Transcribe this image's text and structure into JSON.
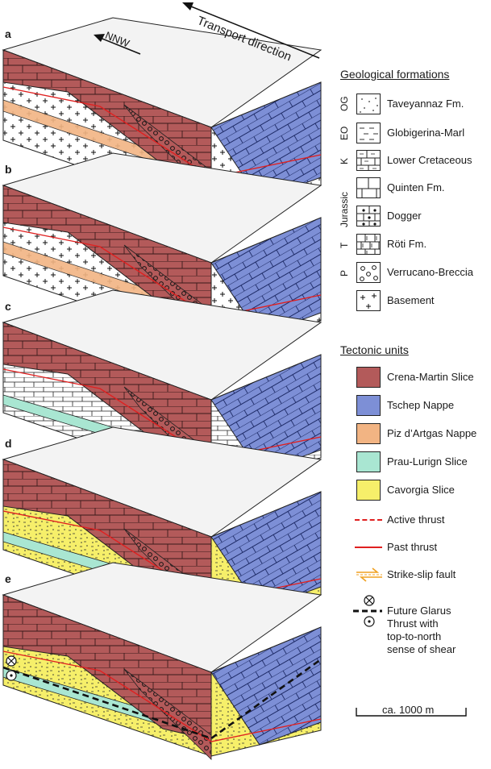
{
  "header": {
    "transport_direction": "Transport direction",
    "nnw": "NNW"
  },
  "panels": [
    "a",
    "b",
    "c",
    "d",
    "e"
  ],
  "formations": {
    "title": "Geological formations",
    "items": [
      {
        "age": "OG",
        "label": "Taveyannaz Fm."
      },
      {
        "age": "EO",
        "label": "Globigerina-Marl"
      },
      {
        "age": "K",
        "label": "Lower Cretaceous"
      },
      {
        "age": "Jurassic",
        "label": "Quinten Fm."
      },
      {
        "age": "",
        "label": "Dogger"
      },
      {
        "age": "T",
        "label": "Röti Fm."
      },
      {
        "age": "P",
        "label": "Verrucano-Breccia"
      },
      {
        "age": "",
        "label": "Basement"
      }
    ]
  },
  "tectonic": {
    "title": "Tectonic units",
    "units": [
      {
        "label": "Crena-Martin Slice",
        "color": "#b35a5a"
      },
      {
        "label": "Tschep Nappe",
        "color": "#7d8fd6"
      },
      {
        "label": "Piz d’Artgas Nappe",
        "color": "#f2b483"
      },
      {
        "label": "Prau-Lurign Slice",
        "color": "#a9e6d2"
      },
      {
        "label": "Cavorgia Slice",
        "color": "#f6ef6a"
      }
    ],
    "lines": [
      {
        "label": "Active thrust",
        "icon": "dashed-red-line",
        "color": "#e02020"
      },
      {
        "label": "Past thrust",
        "icon": "solid-red-line",
        "color": "#e02020"
      },
      {
        "label": "Strike-slip fault",
        "icon": "strike-slip-arrows-icon",
        "color": "#f0a020"
      }
    ],
    "glarus": {
      "label": "Future Glarus Thrust with top-to-north sense of shear",
      "lines": [
        "Future Glarus",
        "Thrust with",
        "top-to-north",
        "sense of shear"
      ]
    }
  },
  "scale_bar": {
    "label": "ca. 1000 m"
  },
  "colors": {
    "red": "#b35a5a",
    "blue": "#7d8fd6",
    "orange": "#f2b483",
    "teal": "#a9e6d2",
    "yellow": "#f6ef6a",
    "white_top": "#f3f3f3"
  }
}
